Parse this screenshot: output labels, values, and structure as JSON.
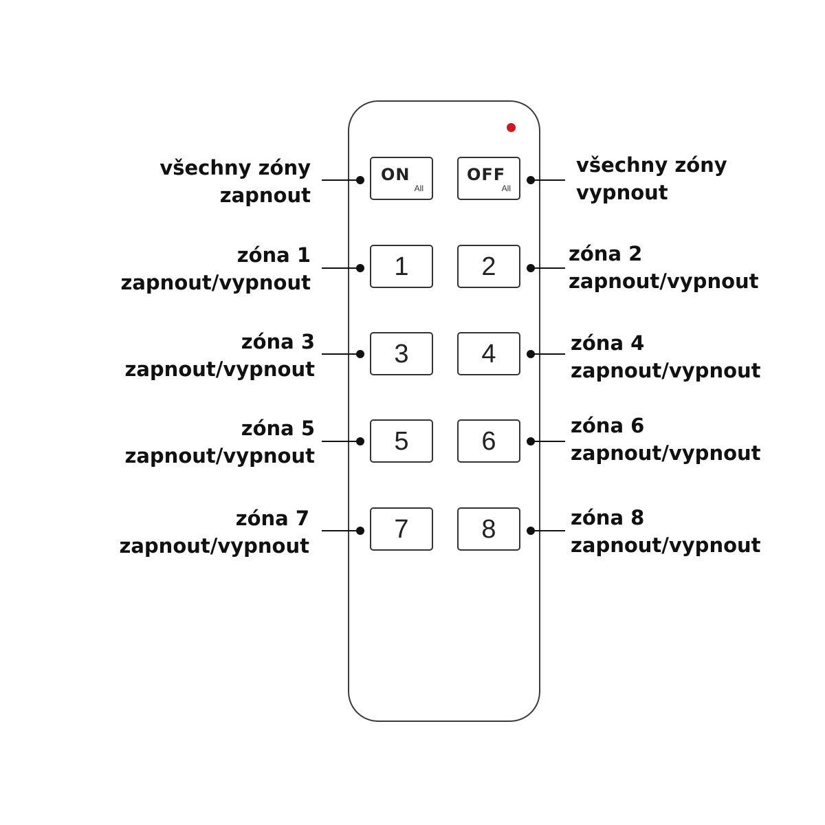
{
  "remote": {
    "buttons": [
      {
        "id": "on-all",
        "main": "ON",
        "sub": "All"
      },
      {
        "id": "off-all",
        "main": "OFF",
        "sub": "All"
      },
      {
        "id": "zone-1",
        "main": "1"
      },
      {
        "id": "zone-2",
        "main": "2"
      },
      {
        "id": "zone-3",
        "main": "3"
      },
      {
        "id": "zone-4",
        "main": "4"
      },
      {
        "id": "zone-5",
        "main": "5"
      },
      {
        "id": "zone-6",
        "main": "6"
      },
      {
        "id": "zone-7",
        "main": "7"
      },
      {
        "id": "zone-8",
        "main": "8"
      }
    ],
    "led_color": "#d9141f"
  },
  "labels": {
    "on_all": {
      "line1": "všechny zóny",
      "line2": "zapnout"
    },
    "off_all": {
      "line1": "všechny zóny",
      "line2": "vypnout"
    },
    "zone_1": {
      "line1": "zóna 1",
      "line2": "zapnout/vypnout"
    },
    "zone_2": {
      "line1": "zóna 2",
      "line2": "zapnout/vypnout"
    },
    "zone_3": {
      "line1": "zóna 3",
      "line2": "zapnout/vypnout"
    },
    "zone_4": {
      "line1": "zóna 4",
      "line2": "zapnout/vypnout"
    },
    "zone_5": {
      "line1": "zóna 5",
      "line2": "zapnout/vypnout"
    },
    "zone_6": {
      "line1": "zóna 6",
      "line2": "zapnout/vypnout"
    },
    "zone_7": {
      "line1": "zóna 7",
      "line2": "zapnout/vypnout"
    },
    "zone_8": {
      "line1": "zóna 8",
      "line2": "zapnout/vypnout"
    }
  }
}
